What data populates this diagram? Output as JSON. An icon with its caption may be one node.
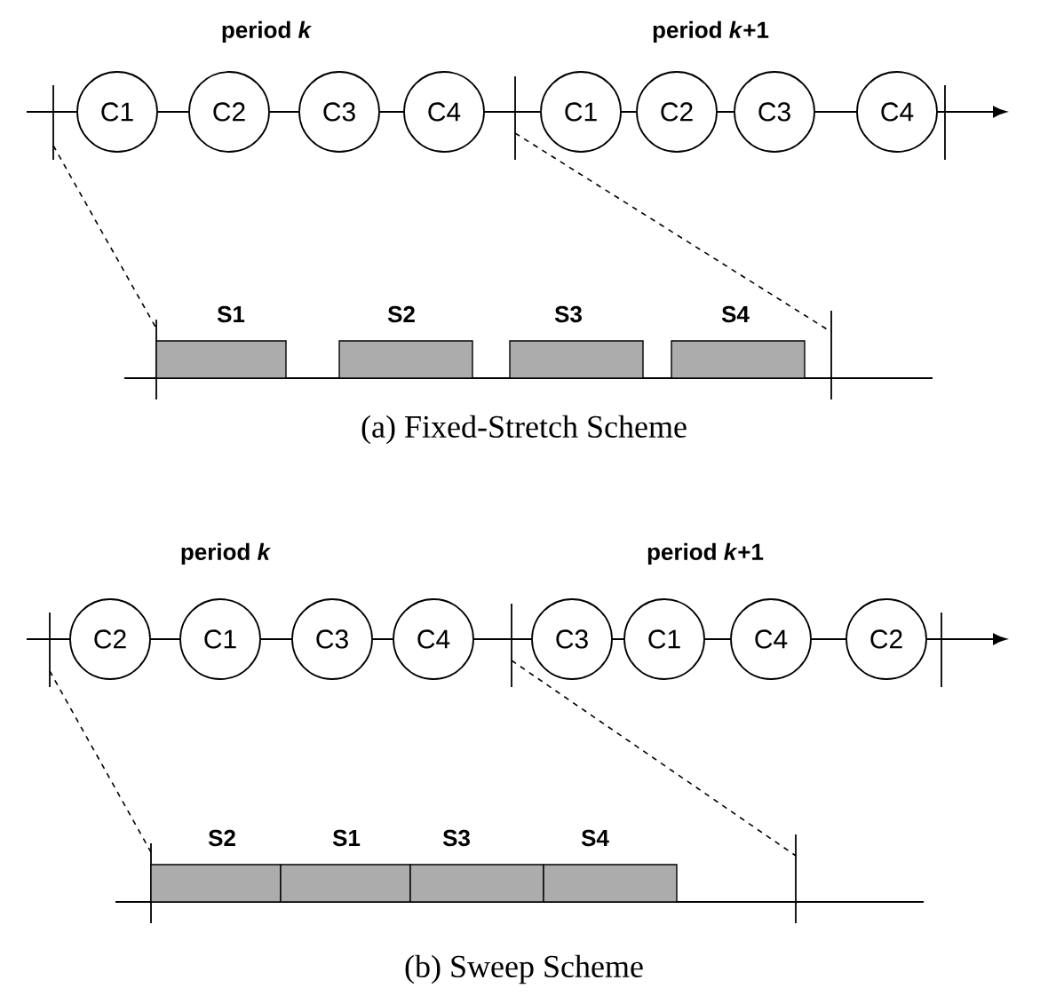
{
  "diagram": {
    "nodes": [
      {
        "text": [
          "C1"
        ]
      },
      {
        "text": [
          "C2"
        ]
      },
      {
        "text": [
          "C3"
        ]
      },
      {
        "text": [
          "C4"
        ]
      },
      {
        "text": [
          "C1"
        ]
      },
      {
        "text": [
          "C2"
        ]
      },
      {
        "text": [
          "C3"
        ]
      },
      {
        "text": [
          "C4"
        ]
      },
      {
        "text": [
          "S1"
        ]
      },
      {
        "text": [
          "S2"
        ]
      },
      {
        "text": [
          "S3"
        ]
      },
      {
        "text": [
          "S4"
        ]
      },
      {
        "text": [
          "C2"
        ]
      },
      {
        "text": [
          "C1"
        ]
      },
      {
        "text": [
          "C3"
        ]
      },
      {
        "text": [
          "C4"
        ]
      },
      {
        "text": [
          "C3"
        ]
      },
      {
        "text": [
          "C1"
        ]
      },
      {
        "text": [
          "C4"
        ]
      },
      {
        "text": [
          "C2"
        ]
      },
      {
        "text": [
          "S2"
        ]
      },
      {
        "text": [
          "S1"
        ]
      },
      {
        "text": [
          "S3"
        ]
      },
      {
        "text": [
          "S4"
        ]
      }
    ],
    "edges": [
      {
        "from": 0,
        "to": 1,
        "arrow": "none"
      },
      {
        "from": 1,
        "to": 2,
        "arrow": "none"
      },
      {
        "from": 2,
        "to": 3,
        "arrow": "none"
      },
      {
        "from": 3,
        "to": 4,
        "arrow": "none"
      },
      {
        "from": 4,
        "to": 5,
        "arrow": "none"
      },
      {
        "from": 5,
        "to": 6,
        "arrow": "none"
      },
      {
        "from": 6,
        "to": 7,
        "arrow": "none"
      },
      {
        "from": 12,
        "to": 13,
        "arrow": "none"
      },
      {
        "from": 13,
        "to": 14,
        "arrow": "none"
      },
      {
        "from": 14,
        "to": 15,
        "arrow": "none"
      },
      {
        "from": 15,
        "to": 16,
        "arrow": "none"
      },
      {
        "from": 16,
        "to": 17,
        "arrow": "none"
      },
      {
        "from": 17,
        "to": 18,
        "arrow": "none"
      },
      {
        "from": 18,
        "to": 19,
        "arrow": "none"
      }
    ],
    "labels": [
      "period *k*",
      "period *k*+1",
      "(a) Fixed-Stretch Scheme",
      "period *k*",
      "period *k*+1",
      "(b) Sweep Scheme"
    ]
  }
}
